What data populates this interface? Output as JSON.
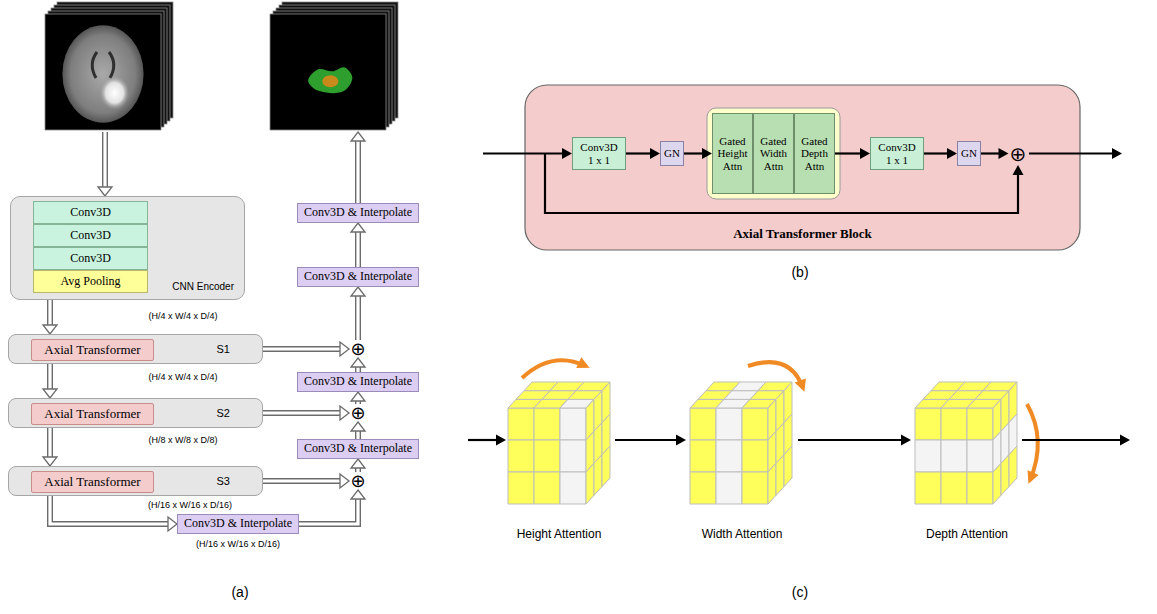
{
  "diagram": {
    "nodes": [
      {
        "text": [
          "CNN Encoder"
        ]
      },
      {
        "text": [
          "Conv3D"
        ],
        "in": 0
      },
      {
        "text": [
          "Conv3D"
        ],
        "in": 0
      },
      {
        "text": [
          "Conv3D"
        ],
        "in": 0
      },
      {
        "text": [
          "Avg Pooling"
        ],
        "in": 0
      },
      {
        "text": [
          "S1"
        ]
      },
      {
        "text": [
          "Axial Transformer"
        ],
        "in": 5
      },
      {
        "text": [
          "S2"
        ]
      },
      {
        "text": [
          "Axial Transformer"
        ],
        "in": 7
      },
      {
        "text": [
          "S3"
        ]
      },
      {
        "text": [
          "Axial Transformer"
        ],
        "in": 9
      },
      {
        "text": [
          "Conv3D & Interpolate"
        ]
      },
      {
        "text": [
          "Conv3D & Interpolate"
        ]
      },
      {
        "text": [
          "Conv3D & Interpolate"
        ]
      },
      {
        "text": [
          "⊕"
        ]
      },
      {
        "text": [
          "Conv3D & Interpolate"
        ]
      },
      {
        "text": [
          "⊕"
        ]
      },
      {
        "text": [
          "Conv3D & Interpolate"
        ]
      },
      {
        "text": [
          "⊕"
        ]
      },
      {
        "text": [
          "Axial Transformer Block"
        ]
      },
      {
        "text": [
          "Conv3D 1 x 1"
        ],
        "in": 19
      },
      {
        "text": [
          "GN"
        ],
        "in": 19
      },
      {
        "text": [
          "Gated Height Attn"
        ],
        "in": 19
      },
      {
        "text": [
          "Gated Width Attn"
        ],
        "in": 19
      },
      {
        "text": [
          "Gated Depth Attn"
        ],
        "in": 19
      },
      {
        "text": [
          "Conv3D 1 x 1"
        ],
        "in": 19
      },
      {
        "text": [
          "GN"
        ],
        "in": 19
      },
      {
        "text": [
          "⊕"
        ],
        "in": 19
      },
      {
        "text": [
          "Height Attention"
        ]
      },
      {
        "text": [
          "Width Attention"
        ]
      },
      {
        "text": [
          "Depth Attention"
        ]
      }
    ],
    "edges": [
      {
        "from": 0,
        "to": 5,
        "arrow": "to"
      },
      {
        "from": 5,
        "to": 7,
        "arrow": "to"
      },
      {
        "from": 7,
        "to": 9,
        "arrow": "to"
      },
      {
        "from": 9,
        "to": 11,
        "arrow": "to"
      },
      {
        "from": 11,
        "to": 18,
        "arrow": "to"
      },
      {
        "from": 9,
        "to": 18,
        "arrow": "to"
      },
      {
        "from": 18,
        "to": 17,
        "arrow": "to"
      },
      {
        "from": 17,
        "to": 16,
        "arrow": "to"
      },
      {
        "from": 7,
        "to": 16,
        "arrow": "to"
      },
      {
        "from": 16,
        "to": 15,
        "arrow": "to"
      },
      {
        "from": 15,
        "to": 14,
        "arrow": "to"
      },
      {
        "from": 5,
        "to": 14,
        "arrow": "to"
      },
      {
        "from": 14,
        "to": 13,
        "arrow": "to"
      },
      {
        "from": 13,
        "to": 12,
        "arrow": "to"
      },
      {
        "from": 20,
        "to": 21,
        "arrow": "to"
      },
      {
        "from": 21,
        "to": 22,
        "arrow": "to"
      },
      {
        "from": 24,
        "to": 25,
        "arrow": "to"
      },
      {
        "from": 25,
        "to": 26,
        "arrow": "to"
      },
      {
        "from": 26,
        "to": 27,
        "arrow": "to"
      },
      {
        "from": 28,
        "to": 29,
        "arrow": "to"
      },
      {
        "from": 29,
        "to": 30,
        "arrow": "to"
      }
    ],
    "labels": [
      "(H/4 x W/4 x D/4)",
      "(H/4 x W/4 x D/4)",
      "(H/8 x W/8 x D/8)",
      "(H/16 x W/16 x D/16)",
      "(H/16 x W/16 x D/16)",
      "(a)",
      "(b)",
      "(c)"
    ]
  }
}
